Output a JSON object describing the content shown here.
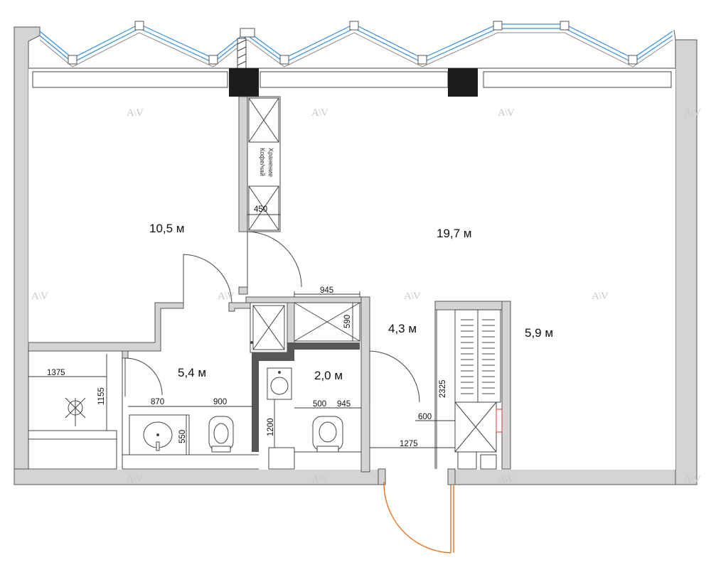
{
  "rooms": {
    "main_left": {
      "area": "10,5 м"
    },
    "main_right": {
      "area": "19,7 м"
    },
    "hallway": {
      "area": "4,3 м"
    },
    "closet": {
      "area": "5,9 м"
    },
    "bathroom_left": {
      "area": "5,4 м"
    },
    "bathroom_right": {
      "area": "2,0 м"
    }
  },
  "labels": {
    "storage_line1": "Хранение",
    "storage_line2": "Кофе/чай"
  },
  "dimensions": {
    "d450": "450",
    "d945_top": "945",
    "d590": "590",
    "d1375": "1375",
    "d1155": "1155",
    "d870": "870",
    "d900": "900",
    "d550": "550",
    "d1200": "1200",
    "d500": "500",
    "d945_bottom": "945",
    "d2325": "2325",
    "d600": "600",
    "d1275": "1275"
  },
  "watermark": {
    "text": "A\\V"
  },
  "colors": {
    "window_blue": "#2f8fe0",
    "door_orange": "#e8731e",
    "wall_fill": "#d4d4d4",
    "column": "#1c1c1c",
    "accent_red": "#d63a3a"
  }
}
